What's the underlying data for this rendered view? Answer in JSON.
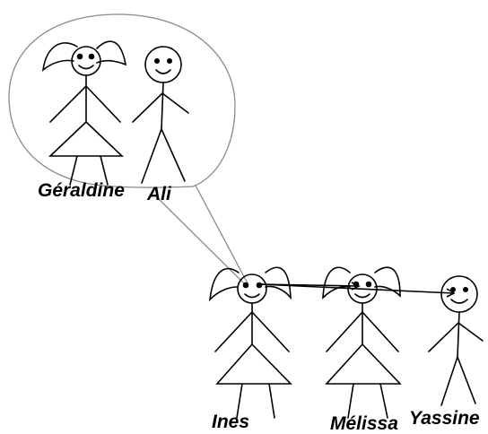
{
  "bubble": {
    "names": [
      "Géraldine",
      "Ali"
    ]
  },
  "group": {
    "names": [
      "Ines",
      "Mélissa",
      "Yassine"
    ]
  },
  "colors": {
    "ink": "#000000",
    "bubble_outline": "#8a8a8a",
    "background": "#ffffff"
  }
}
